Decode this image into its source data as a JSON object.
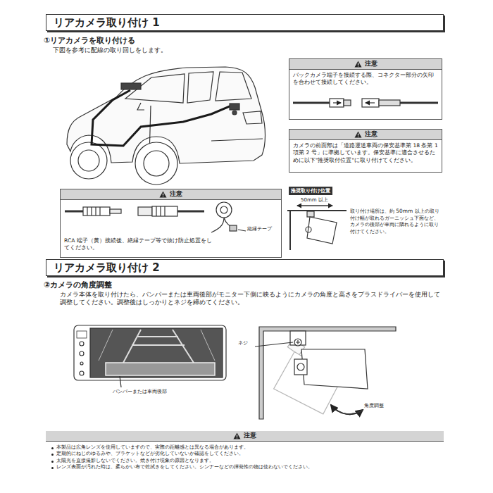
{
  "diagram": {
    "nodes": [
      {
        "text": [
          "リアカメラ取り付け 1"
        ]
      },
      {
        "text": [
          "注意",
          "バックカメラ端子を接続する際、コネクター部分の矢印を合わせて接続してください。"
        ]
      },
      {
        "text": [
          "注意",
          "カメラの前面部は「道路運送車両の保安基準第 18 条第 1 項第 2 号」に準拠しています。保安基準に適合させるために以下\"推奨取付位置\"に取り付けてください。"
        ]
      },
      {
        "text": [
          "注意",
          "RCA 端子（黄）接続後、絶縁テープ等で抜け防止処置をしてください。"
        ]
      },
      {
        "text": [
          "推奨取り付け位置"
        ]
      },
      {
        "text": [
          "リアカメラ取り付け 2"
        ]
      },
      {
        "text": [
          "注意",
          "本製品は広角レンズを使用していますので、実際の距離感とは異なる場合があります。",
          "定期的にねじのゆるみや、ブラケットなどが劣化していないか確認をしてください。",
          "太陽光を直接撮影しないでください。焼き付け現象の原因となります。",
          "レンズ表面が汚れた時は、柔らかい布で乾拭きをしてください。シンナーなどの揮発性の物は使わないでください。"
        ]
      }
    ],
    "labels": [
      "①リアカメラを取り付ける",
      "下図を参考に配線の取り回しをします。",
      "絶縁テープ",
      "50mm 以上",
      "取り付け場所は、約 50mm 以上の取り付け幅が取れるガーニッシュ下面など、カメラの後部が車両に隣れるように取り付けてください。",
      "②カメラの角度調整",
      "カメラ本体を取り付けたら、バンパーまたは車両後部がモニター下側に映るようにカメラの角度と高さをプラスドライバーを使用して調整してください。調整後はしっかりとネジを締めてください。",
      "バンパーまたは車両後部",
      "ネジ",
      "角度調整"
    ]
  }
}
